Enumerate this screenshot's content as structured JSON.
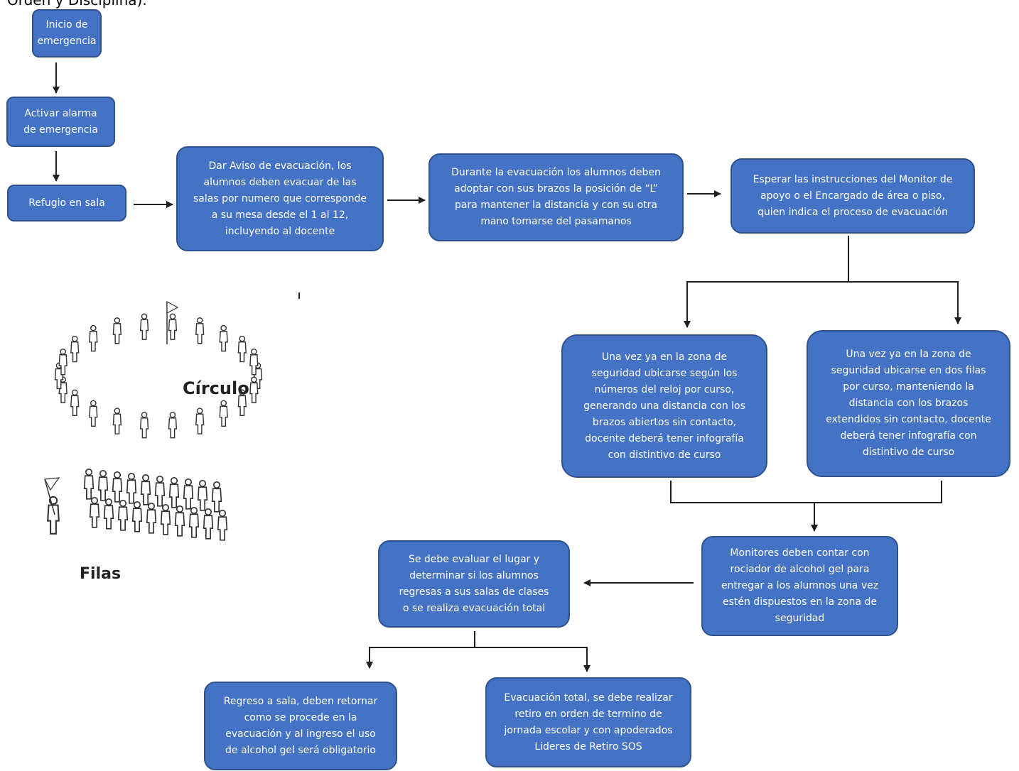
{
  "top_text": "Orden y Disciplina).",
  "flow": {
    "inicio": "Inicio de emergencia",
    "activar": "Activar alarma de emergencia",
    "refugio": "Refugio en sala",
    "aviso": "Dar Aviso de evacuación, los alumnos deben evacuar de las salas por numero que corresponde a su mesa desde el 1 al 12, incluyendo al docente",
    "durante": "Durante la evacuación los alumnos deben adoptar con sus brazos la posición de “L” para mantener la distancia y con su otra mano tomarse del pasamanos",
    "esperar": "Esperar las instrucciones del Monitor de apoyo o el Encargado de área o piso, quien indica el proceso de evacuación",
    "circulo_box": "Una vez ya en la zona de seguridad ubicarse según los números del reloj por curso, generando una distancia con los brazos abiertos sin contacto, docente deberá tener infografía con distintivo de curso",
    "filas_box": "Una vez ya en la zona de seguridad ubicarse en dos filas por curso, manteniendo la distancia con los brazos extendidos sin contacto, docente deberá tener infografía con distintivo de curso",
    "monitores": "Monitores deben contar con rociador de alcohol gel para entregar a los alumnos una vez estén dispuestos en la zona de seguridad",
    "evaluar": "Se debe evaluar el lugar y determinar si los alumnos regresas a sus salas de clases o se realiza evacuación total",
    "regreso": "Regreso a sala, deben retornar como se procede en la evacuación y al ingreso el uso de alcohol gel será obligatorio",
    "total": "Evacuación total, se debe realizar retiro en orden de termino de jornada escolar y con apoderados Lideres de Retiro SOS"
  },
  "illustration": {
    "circulo_label": "Círculo",
    "filas_label": "Filas"
  },
  "colors": {
    "box_fill": "#4472c4",
    "box_border": "#2f528f",
    "line": "#1f1f1f"
  }
}
